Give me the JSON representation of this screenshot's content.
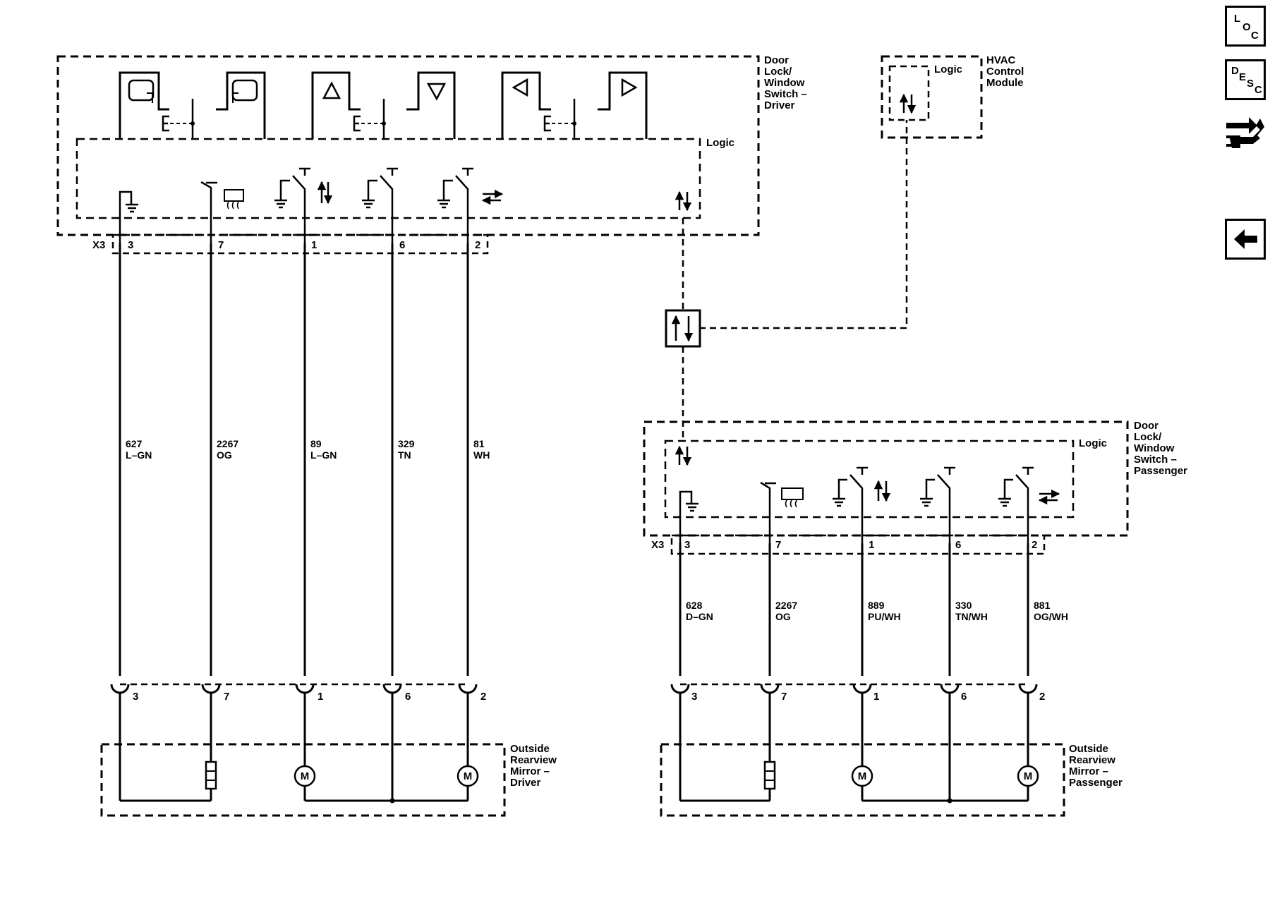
{
  "driver_switch": {
    "title_lines": [
      "Door",
      "Lock/",
      "Window",
      "Switch –",
      "Driver"
    ],
    "logic_label": "Logic",
    "connector": "X3",
    "pins": [
      "3",
      "7",
      "1",
      "6",
      "2"
    ]
  },
  "hvac_module": {
    "title_lines": [
      "HVAC",
      "Control",
      "Module"
    ],
    "logic_label": "Logic"
  },
  "passenger_switch": {
    "title_lines": [
      "Door",
      "Lock/",
      "Window",
      "Switch –",
      "Passenger"
    ],
    "logic_label": "Logic",
    "connector": "X3",
    "pins": [
      "3",
      "7",
      "1",
      "6",
      "2"
    ]
  },
  "driver_wires": [
    {
      "circuit": "627",
      "color": "L–GN"
    },
    {
      "circuit": "2267",
      "color": "OG"
    },
    {
      "circuit": "89",
      "color": "L–GN"
    },
    {
      "circuit": "329",
      "color": "TN"
    },
    {
      "circuit": "81",
      "color": "WH"
    }
  ],
  "passenger_wires": [
    {
      "circuit": "628",
      "color": "D–GN"
    },
    {
      "circuit": "2267",
      "color": "OG"
    },
    {
      "circuit": "889",
      "color": "PU/WH"
    },
    {
      "circuit": "330",
      "color": "TN/WH"
    },
    {
      "circuit": "881",
      "color": "OG/WH"
    }
  ],
  "driver_mirror": {
    "title_lines": [
      "Outside",
      "Rearview",
      "Mirror –",
      "Driver"
    ],
    "pins": [
      "3",
      "7",
      "1",
      "6",
      "2"
    ],
    "motor_label": "M"
  },
  "passenger_mirror": {
    "title_lines": [
      "Outside",
      "Rearview",
      "Mirror –",
      "Passenger"
    ],
    "pins": [
      "3",
      "7",
      "1",
      "6",
      "2"
    ],
    "motor_label": "M"
  },
  "nav": {
    "loc": [
      "L",
      "O",
      "C"
    ],
    "desc": [
      "D",
      "E",
      "S",
      "C"
    ],
    "icons": [
      "location-view-icon",
      "description-view-icon",
      "connector-view-icon",
      "back-arrow-icon"
    ]
  }
}
